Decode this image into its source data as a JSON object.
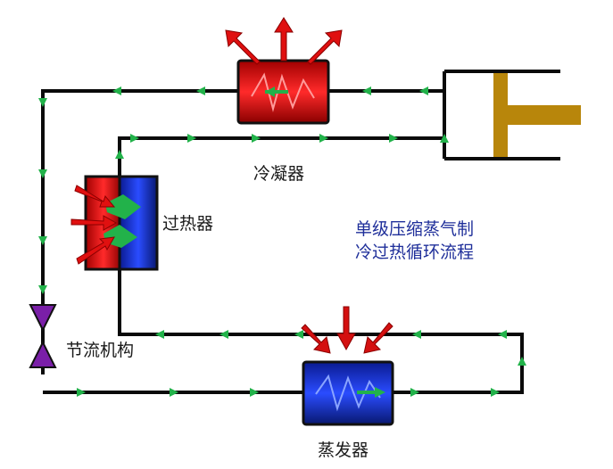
{
  "labels": {
    "condenser": "冷凝器",
    "superheater": "过热器",
    "throttle": "节流机构",
    "evaporator": "蒸发器"
  },
  "title": {
    "line1": "单级压缩蒸气制",
    "line2": "冷过热循环流程"
  },
  "colors": {
    "pipe": "#0a0a0a",
    "flow_arrow": "#22b24a",
    "heat_out": "#e01010",
    "heat_in": "#d41010",
    "condenser": "#c81414",
    "evaporator": "#1230c8",
    "throttle": "#7a1fa8",
    "piston": "#b8860b",
    "title_text": "#1f2f9a"
  }
}
